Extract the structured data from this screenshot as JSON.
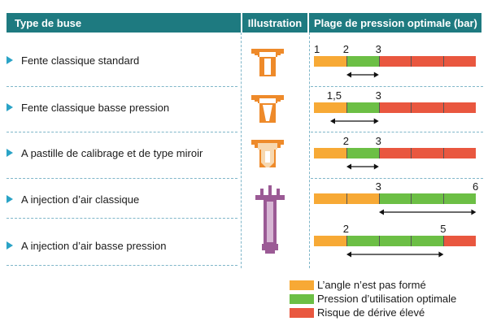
{
  "header": {
    "type_label": "Type de buse",
    "illustration_label": "Illustration",
    "range_label": "Plage de pression optimale (bar)"
  },
  "colors": {
    "header_bg": "#1e7a80",
    "orange": "#f7a935",
    "green": "#6cbf45",
    "red": "#e9573f",
    "marker": "#2aa3c6",
    "nozzle_orange": "#ee8a2a",
    "nozzle_purple": "#9b5a95"
  },
  "scale": {
    "min_bar": 1,
    "max_bar": 6,
    "ticks": [
      1,
      2,
      3,
      4,
      5,
      6
    ]
  },
  "rows": [
    {
      "label": "Fente classique standard",
      "orange_to": 2,
      "green_to": 3,
      "labels": [
        "1",
        "2",
        "3"
      ],
      "label_values": [
        1,
        2,
        3
      ],
      "arrow": [
        2,
        3
      ]
    },
    {
      "label": "Fente classique basse pression",
      "orange_to": 2,
      "green_to": 3,
      "labels": [
        "1,5",
        "3"
      ],
      "label_values": [
        1.5,
        3
      ],
      "arrow": [
        1.5,
        3
      ]
    },
    {
      "label": "A pastille de calibrage et de type miroir",
      "orange_to": 2,
      "green_to": 3,
      "labels": [
        "2",
        "3"
      ],
      "label_values": [
        2,
        3
      ],
      "arrow": [
        2,
        3
      ]
    },
    {
      "label": "A injection d’air classique",
      "orange_to": 3,
      "green_to": 6,
      "labels": [
        "3",
        "6"
      ],
      "label_values": [
        3,
        6
      ],
      "arrow": [
        3,
        6
      ]
    },
    {
      "label": "A injection d’air basse pression",
      "orange_to": 2,
      "green_to": 5,
      "labels": [
        "2",
        "5"
      ],
      "label_values": [
        2,
        5
      ],
      "arrow": [
        2,
        5
      ]
    }
  ],
  "legend": [
    {
      "label": "L’angle n’est pas formé",
      "color": "#f7a935"
    },
    {
      "label": "Pression d’utilisation optimale",
      "color": "#6cbf45"
    },
    {
      "label": "Risque de dérive élevé",
      "color": "#e9573f"
    }
  ]
}
